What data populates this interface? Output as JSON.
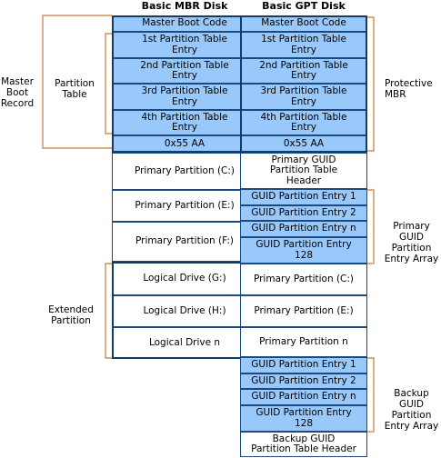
{
  "titles": {
    "mbr": "Basic MBR Disk",
    "gpt": "Basic GPT Disk"
  },
  "mbr_column": [
    {
      "label": "Master Boot Code",
      "fill": "blue"
    },
    {
      "label": "1st Partition Table\nEntry",
      "fill": "blue"
    },
    {
      "label": "2nd Partition Table\nEntry",
      "fill": "blue"
    },
    {
      "label": "3rd Partition Table\nEntry",
      "fill": "blue"
    },
    {
      "label": "4th Partition Table\nEntry",
      "fill": "blue"
    },
    {
      "label": "0x55 AA",
      "fill": "blue"
    },
    {
      "label": "Primary Partition (C:)",
      "fill": "white"
    },
    {
      "label": "Primary Partition (E:)",
      "fill": "white"
    },
    {
      "label": "Primary Partition (F:)",
      "fill": "white"
    },
    {
      "label": "Logical Drive (G:)",
      "fill": "white"
    },
    {
      "label": "Logical Drive (H:)",
      "fill": "white"
    },
    {
      "label": "Logical Drive n",
      "fill": "white"
    }
  ],
  "gpt_column": [
    {
      "label": "Master Boot Code",
      "fill": "blue"
    },
    {
      "label": "1st Partition Table\nEntry",
      "fill": "blue"
    },
    {
      "label": "2nd Partition Table\nEntry",
      "fill": "blue"
    },
    {
      "label": "3rd Partition Table\nEntry",
      "fill": "blue"
    },
    {
      "label": "4th Partition Table\nEntry",
      "fill": "blue"
    },
    {
      "label": "0x55 AA",
      "fill": "blue"
    },
    {
      "label": "Primary GUID\nPartition Table\nHeader",
      "fill": "white"
    },
    {
      "label": "GUID Partition Entry 1",
      "fill": "blue"
    },
    {
      "label": "GUID Partition Entry 2",
      "fill": "blue"
    },
    {
      "label": "GUID Partition Entry n",
      "fill": "blue"
    },
    {
      "label": "GUID Partition Entry\n128",
      "fill": "blue"
    },
    {
      "label": "Primary Partition (C:)",
      "fill": "white"
    },
    {
      "label": "Primary Partition (E:)",
      "fill": "white"
    },
    {
      "label": "Primary Partition n",
      "fill": "white"
    },
    {
      "label": "GUID Partition Entry 1",
      "fill": "blue"
    },
    {
      "label": "GUID Partition Entry 2",
      "fill": "blue"
    },
    {
      "label": "GUID Partition Entry n",
      "fill": "blue"
    },
    {
      "label": "GUID Partition Entry\n128",
      "fill": "blue"
    },
    {
      "label": "Backup GUID\nPartition Table Header",
      "fill": "white"
    }
  ],
  "left_labels": {
    "master_boot_record": "Master\nBoot\nRecord",
    "partition_table": "Partition\nTable",
    "extended_partition": "Extended\nPartition"
  },
  "right_labels": {
    "protective_mbr": "Protective\nMBR",
    "primary_guid_array": "Primary\nGUID\nPartition\nEntry Array",
    "backup_guid_array": "Backup\nGUID\nPartition\nEntry Array"
  },
  "colors": {
    "cell_blue": "#99c8fb",
    "border_dark": "#0f3c69",
    "bracket": "#c87a3a"
  }
}
